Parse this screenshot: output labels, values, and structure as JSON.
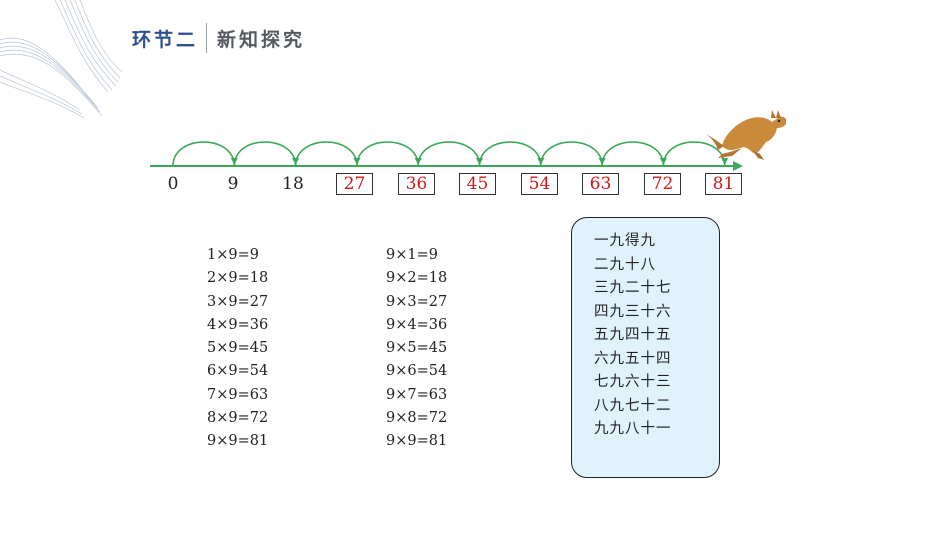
{
  "header": {
    "section_label": "环节二",
    "section_title": "新知探究"
  },
  "number_line": {
    "labels": [
      "0",
      "9",
      "18"
    ],
    "answers": [
      "27",
      "36",
      "45",
      "54",
      "63",
      "72",
      "81"
    ],
    "arc_color": "#3aa75a",
    "answer_color": "#d01818",
    "illustration": "kangaroo-icon"
  },
  "equations_left": [
    "1×9=9",
    "2×9=18",
    "3×9=27",
    "4×9=36",
    "5×9=45",
    "6×9=54",
    "7×9=63",
    "8×9=72",
    "9×9=81"
  ],
  "equations_right": [
    "9×1=9",
    "9×2=18",
    "9×3=27",
    "9×4=36",
    "9×5=45",
    "9×6=54",
    "9×7=63",
    "9×8=72",
    "9×9=81"
  ],
  "rhymes": [
    "一九得九",
    "二九十八",
    "三九二十七",
    "四九三十六",
    "五九四十五",
    "六九五十四",
    "七九六十三",
    "八九七十二",
    "九九八十一"
  ],
  "colors": {
    "header_blue": "#2e4f8f",
    "box_fill": "#e0f3fd"
  }
}
